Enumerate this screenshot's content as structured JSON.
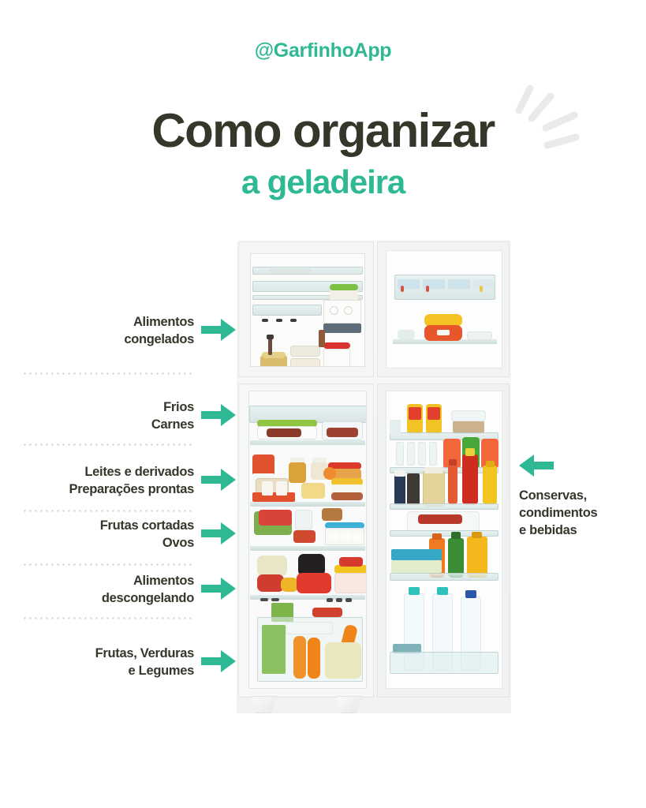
{
  "header": {
    "handle": "@GarfinhoApp",
    "title_main": "Como organizar",
    "title_sub": "a geladeira"
  },
  "colors": {
    "accent": "#2fb894",
    "text_dark": "#34372a",
    "divider": "#c6d0d8",
    "background": "#ffffff"
  },
  "labels_left": [
    {
      "id": "alimentos-congelados",
      "line1": "Alimentos",
      "line2": "congelados"
    },
    {
      "id": "frios-carnes",
      "line1": "Frios",
      "line2": "Carnes"
    },
    {
      "id": "leites-derivados",
      "line1": "Leites e derivados",
      "line2": "Preparações prontas"
    },
    {
      "id": "frutas-cortadas-ovos",
      "line1": "Frutas cortadas",
      "line2": "Ovos"
    },
    {
      "id": "alimentos-descongelando",
      "line1": "Alimentos",
      "line2": "descongelando"
    },
    {
      "id": "frutas-verduras-legumes",
      "line1": "Frutas, Verduras",
      "line2": "e Legumes"
    }
  ],
  "labels_right": [
    {
      "id": "conservas-condimentos-bebidas",
      "line1": "Conservas,",
      "line2": "condimentos",
      "line3": "e bebidas"
    }
  ],
  "icons": {
    "arrow_right": "arrow-right-icon",
    "arrow_left": "arrow-left-icon",
    "sparkle": "sparkle-icon"
  },
  "illustration": {
    "name": "refrigerator-photo",
    "alt": "Geladeira aberta com alimentos organizados por prateleira"
  }
}
